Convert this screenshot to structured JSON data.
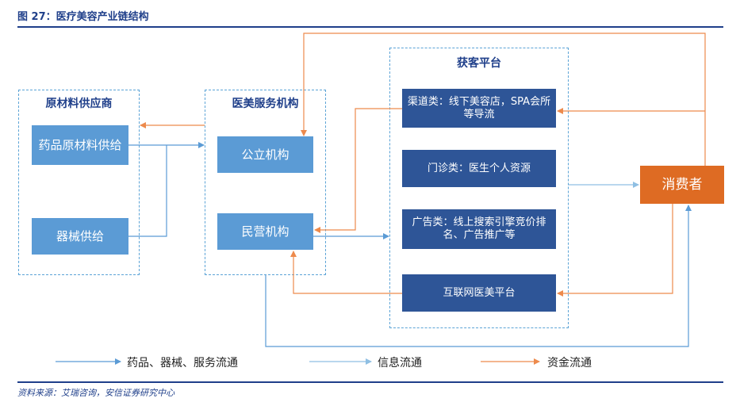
{
  "figure": {
    "title": "图 27：医疗美容产业链结构",
    "source": "资料来源：艾瑞咨询，安信证券研究中心"
  },
  "groups": {
    "suppliers": {
      "title": "原材料供应商",
      "items": [
        "药品原材料供给",
        "器械供给"
      ]
    },
    "institutions": {
      "title": "医美服务机构",
      "items": [
        "公立机构",
        "民营机构"
      ]
    },
    "platforms": {
      "title": "获客平台",
      "items": [
        "渠道类：线下美容店，SPA会所等导流",
        "门诊类：医生个人资源",
        "广告类：线上搜索引擎竞价排名、广告推广等",
        "互联网医美平台"
      ]
    }
  },
  "consumer": {
    "label": "消费者"
  },
  "legend": [
    {
      "label": "药品、器械、服务流通",
      "color": "#5b9bd5"
    },
    {
      "label": "信息流通",
      "color": "#8fbfe3"
    },
    {
      "label": "资金流通",
      "color": "#ed8a4c"
    }
  ],
  "colors": {
    "accent": "#1f3f8a",
    "box_light": "#5b9bd5",
    "box_dark": "#2e5597",
    "consumer": "#de6b23",
    "flow_goods": "#5b9bd5",
    "flow_info": "#8fbfe3",
    "flow_money": "#ed8a4c"
  }
}
